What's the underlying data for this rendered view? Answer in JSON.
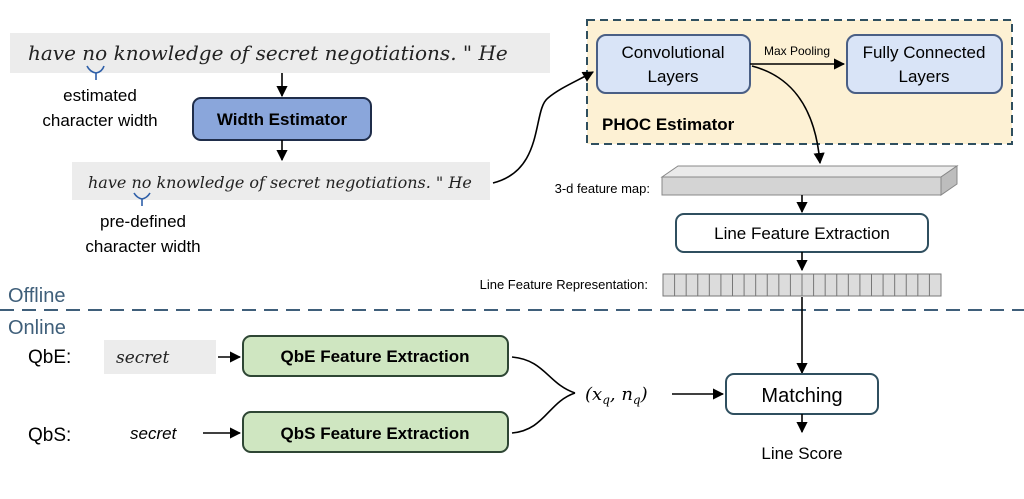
{
  "colors": {
    "blue_box": "#8aa6db",
    "blue_box_border": "#1f2d4a",
    "light_blue_box": "#d9e4f7",
    "light_blue_border": "#4a5f85",
    "green_box": "#cfe6c1",
    "green_box_border": "#2e4634",
    "phoc_bg": "#fdf1d4",
    "phoc_border": "#2f4f5f",
    "divider": "#3f5f7a",
    "offline_online_text": "#3f5f7a",
    "strip_bg": "#ececec",
    "feature_map": "#d8d8d8"
  },
  "offline": {
    "handwriting_line_1": "have no knowledge of secret negotiations. \" He",
    "handwriting_line_2": "have no knowledge of secret negotiations. \" He",
    "estimated_width_label": [
      "estimated",
      "character width"
    ],
    "predefined_width_label": [
      "pre-defined",
      "character width"
    ],
    "width_estimator": "Width Estimator",
    "phoc": {
      "title": "PHOC Estimator",
      "conv_layers": [
        "Convolutional",
        "Layers"
      ],
      "max_pooling": "Max Pooling",
      "fc_layers": [
        "Fully Connected",
        "Layers"
      ]
    },
    "feature_map_label": "3-d feature map:",
    "line_feature_extraction": "Line Feature Extraction",
    "line_feature_representation_label": "Line Feature Representation:",
    "section_label": "Offline"
  },
  "online": {
    "section_label": "Online",
    "qbe_label": "QbE:",
    "qbe_word": "secret",
    "qbs_label": "QbS:",
    "qbs_word": "secret",
    "qbe_extraction": "QbE Feature Extraction",
    "qbs_extraction": "QbS Feature Extraction",
    "query_rep": "(x_q, n_q)",
    "matching": "Matching",
    "line_score": "Line Score"
  }
}
